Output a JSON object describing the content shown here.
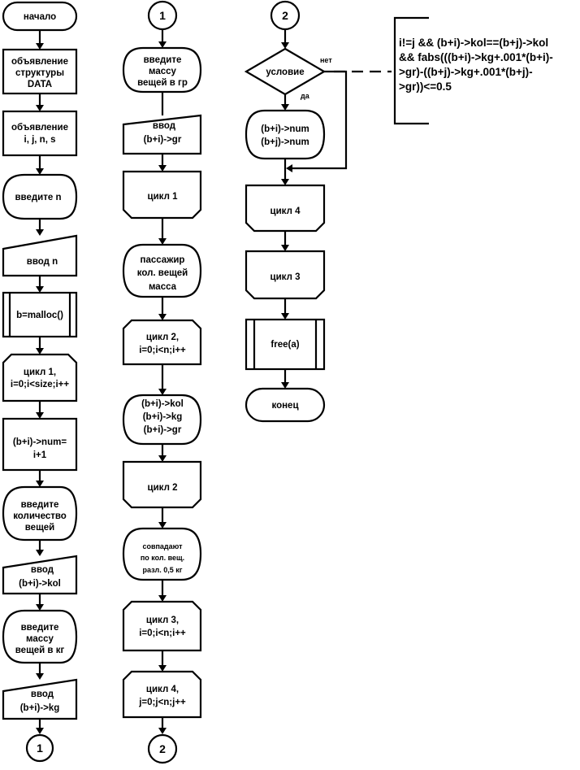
{
  "column1": {
    "start": "начало",
    "declare_struct": [
      "объявление",
      "структуры",
      "DATA"
    ],
    "declare_vars": [
      "объявление",
      "i, j, n, s"
    ],
    "prompt_n": "введите n",
    "input_n": "ввод n",
    "malloc": "b=malloc()",
    "loop1": [
      "цикл 1,",
      "i=0;i<size;i++"
    ],
    "assign_num": [
      "(b+i)->num=",
      "i+1"
    ],
    "prompt_count": [
      "введите",
      "количество",
      "вещей"
    ],
    "input_kol": [
      "ввод",
      "(b+i)->kol"
    ],
    "prompt_mass_kg": [
      "введите",
      "массу",
      "вещей в кг"
    ],
    "input_kg": [
      "ввод",
      "(b+i)->kg"
    ],
    "connector": "1"
  },
  "column2": {
    "connector_in": "1",
    "prompt_mass_g": [
      "введите",
      "массу",
      "вещей в гр"
    ],
    "input_gr": [
      "ввод",
      "(b+i)->gr"
    ],
    "loop1_end": "цикл 1",
    "header_out": [
      "пассажир",
      "кол. вещей",
      "масса"
    ],
    "loop2": [
      "цикл 2,",
      "i=0;i<n;i++"
    ],
    "output_fields": [
      "(b+i)->kol",
      "(b+i)->kg",
      "(b+i)->gr"
    ],
    "loop2_end": "цикл 2",
    "match_msg": [
      "совпадают",
      "по кол. вещ.",
      "разл. 0,5 кг"
    ],
    "loop3": [
      "цикл 3,",
      "i=0;i<n;i++"
    ],
    "loop4": [
      "цикл 4,",
      "j=0;j<n;j++"
    ],
    "connector_out": "2"
  },
  "column3": {
    "connector_in": "2",
    "condition": "условие",
    "no_label": "нет",
    "yes_label": "да",
    "output_num": [
      "(b+i)->num",
      "(b+j)->num"
    ],
    "loop4_end": "цикл 4",
    "loop3_end": "цикл 3",
    "free": "free(a)",
    "end": "конец"
  },
  "annotation": [
    "i!=j && (b+i)->kol==(b+j)->kol",
    "&& fabs(((b+i)->kg+.001*(b+i)-",
    ">gr)-((b+j)->kg+.001*(b+j)-",
    ">gr))<=0.5"
  ]
}
